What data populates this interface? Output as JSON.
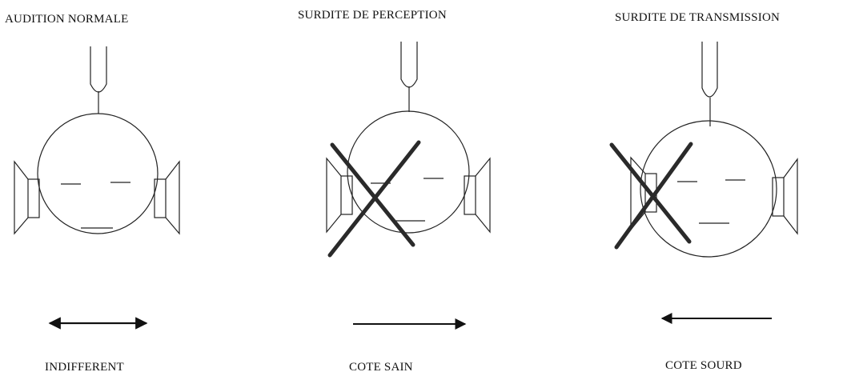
{
  "panels": [
    {
      "title": "AUDITION NORMALE",
      "caption": "INDIFFERENT"
    },
    {
      "title": "SURDITE DE PERCEPTION",
      "caption": "COTE SAIN"
    },
    {
      "title": "SURDITE DE TRANSMISSION",
      "caption": "COTE SOURD"
    }
  ]
}
